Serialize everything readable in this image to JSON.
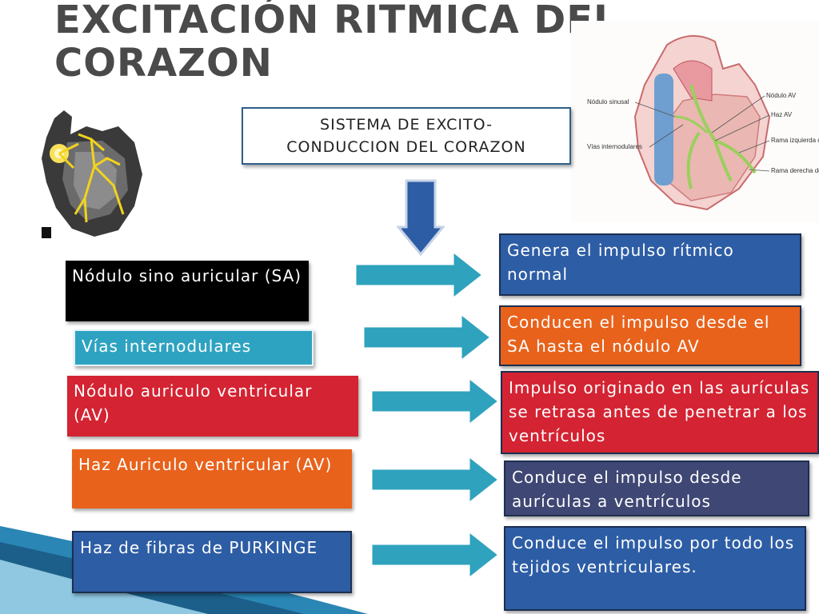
{
  "title_lines": [
    "EXCITACIÓN RITMICA DEL",
    "CORAZON"
  ],
  "header": {
    "line1": "SISTEMA DE EXCITO-",
    "line2": "CONDUCCION DEL CORAZON"
  },
  "diagram_labels": {
    "nodulo_sinusal": "Nódulo sinusal",
    "vias": "Vías internodulares",
    "nodulo_av": "Nódulo AV",
    "haz_av": "Haz AV",
    "rama_izq": "Rama izquierda del haz",
    "rama_der": "Rama derecha del haz"
  },
  "rows": [
    {
      "left": "Nódulo sino auricular (SA)",
      "right": "Genera el impulso rítmico normal"
    },
    {
      "left": "Vías internodulares",
      "right": "Conducen el impulso desde el SA hasta el nódulo AV"
    },
    {
      "left": "Nódulo auriculo ventricular (AV)",
      "right": "Impulso originado en las aurículas se retrasa antes de penetrar a los ventrículos"
    },
    {
      "left": "Haz Auriculo ventricular (AV)",
      "right": "Conduce el impulso desde aurículas a ventrículos"
    },
    {
      "left": "Haz de fibras de PURKINGE",
      "right": "Conduce el impulso por todo los tejidos ventriculares."
    }
  ],
  "colors": {
    "black": "#000000",
    "teal": "#2ea3c1",
    "red": "#d42332",
    "orange": "#e8621c",
    "blue": "#2d5da5",
    "navy": "#3f4774",
    "arrow": "#2fa2bd"
  }
}
